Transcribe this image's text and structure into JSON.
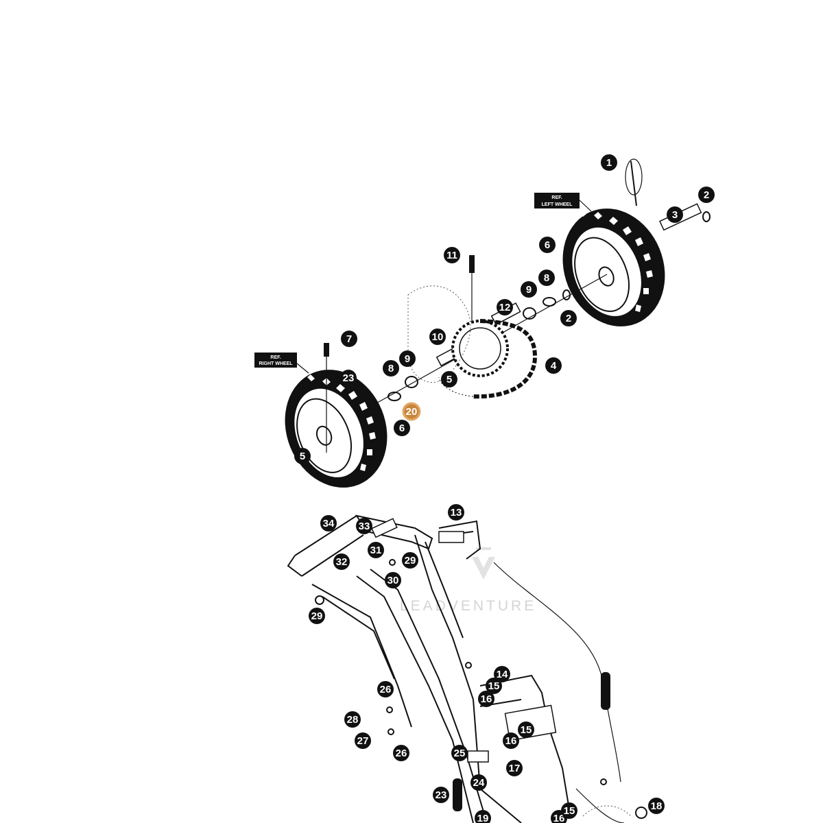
{
  "watermark": {
    "text": "LEADVENTURE"
  },
  "ref_labels": {
    "left_wheel": {
      "line1": "REF.",
      "line2": "LEFT WHEEL"
    },
    "right_wheel": {
      "line1": "REF.",
      "line2": "RIGHT WHEEL"
    }
  },
  "highlight_color": "#c8843a",
  "callouts": [
    "1",
    "2",
    "3",
    "6",
    "11",
    "9",
    "8",
    "2",
    "12",
    "10",
    "4",
    "5",
    "7",
    "9",
    "8",
    "23",
    "20",
    "6",
    "5",
    "34",
    "33",
    "13",
    "31",
    "32",
    "29",
    "30",
    "29",
    "26",
    "28",
    "27",
    "26",
    "14",
    "15",
    "16",
    "15",
    "16",
    "25",
    "17",
    "24",
    "23",
    "19",
    "16",
    "15",
    "18"
  ]
}
